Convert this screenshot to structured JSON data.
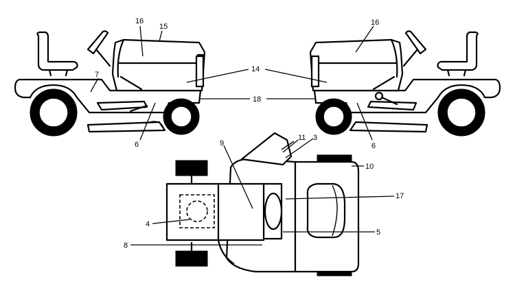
{
  "diagram": {
    "labels": {
      "l3": "3",
      "l4": "4",
      "l5": "5",
      "l6": "6",
      "l7": "7",
      "l8": "8",
      "l9": "9",
      "l10": "10",
      "l11": "11",
      "l14": "14",
      "l15": "15",
      "l16": "16",
      "l17": "17",
      "l18": "18"
    }
  }
}
